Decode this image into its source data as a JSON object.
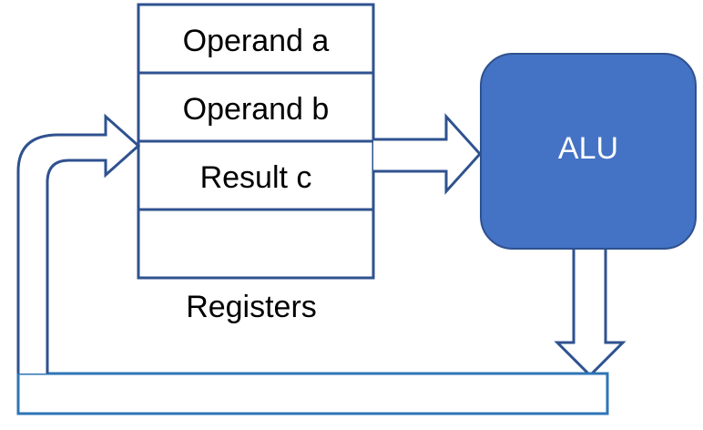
{
  "registers": {
    "caption": "Registers",
    "cells": [
      {
        "label": "Operand a"
      },
      {
        "label": "Operand b"
      },
      {
        "label": "Result c"
      },
      {
        "label": ""
      }
    ]
  },
  "alu": {
    "label": "ALU"
  },
  "colors": {
    "outline": "#2f528f",
    "alu_fill": "#4472c4",
    "bus_outline": "#2e75b6",
    "text": "#000000",
    "alu_text": "#ffffff"
  }
}
